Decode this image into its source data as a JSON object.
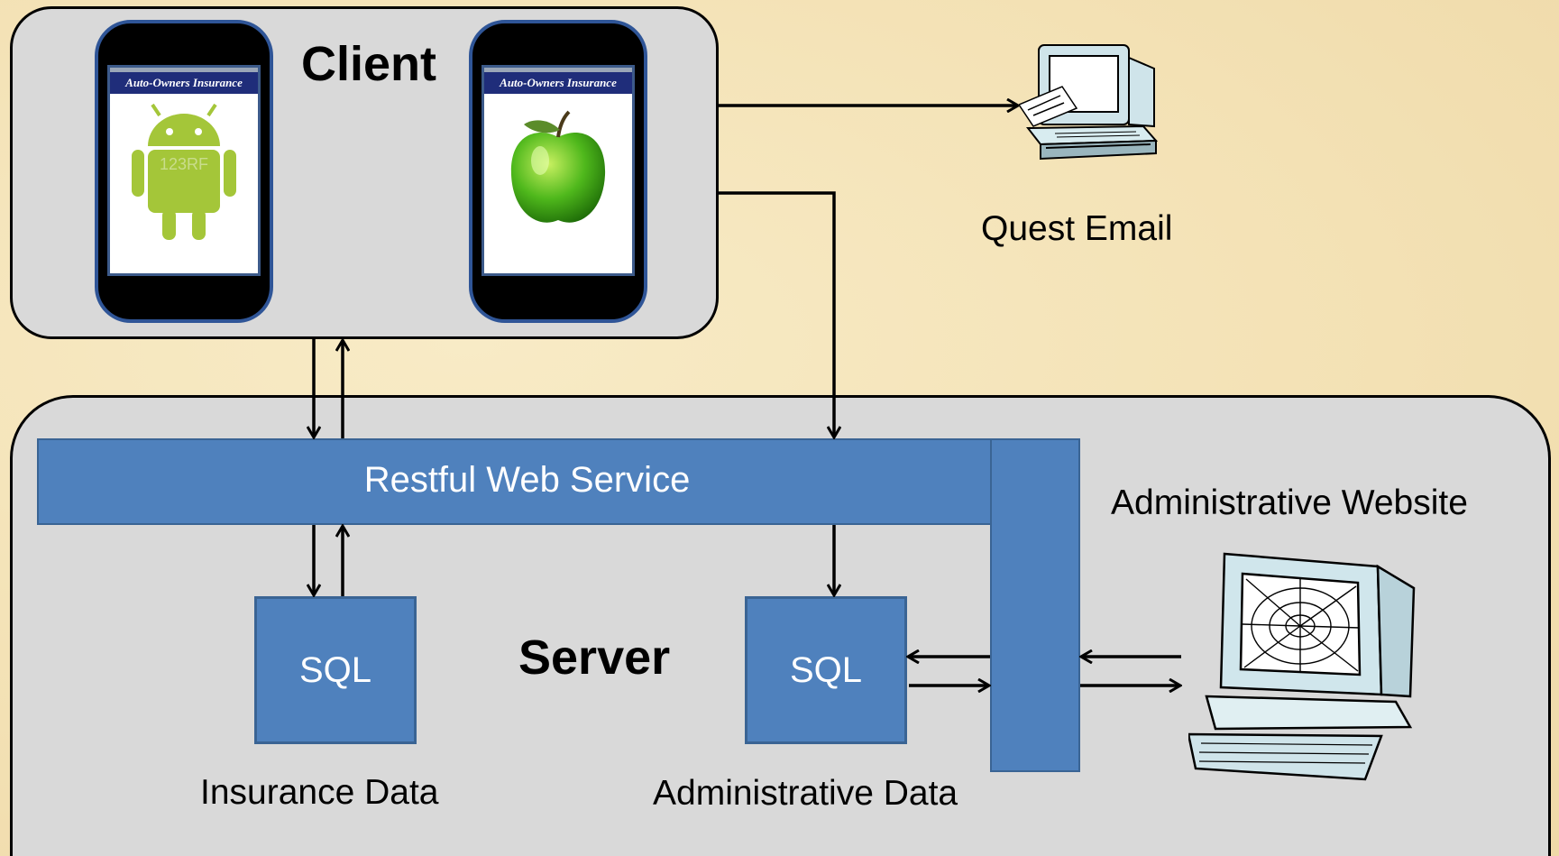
{
  "client": {
    "title": "Client"
  },
  "server": {
    "title": "Server"
  },
  "phones": {
    "android": {
      "banner": "Auto-Owners Insurance",
      "icon": "android-robot-icon",
      "watermark": "123RF"
    },
    "ios": {
      "banner": "Auto-Owners Insurance",
      "icon": "green-apple-icon"
    }
  },
  "quest_email": {
    "label": "Quest Email",
    "icon": "mail-computer-icon"
  },
  "restful": {
    "label": "Restful Web Service"
  },
  "databases": {
    "insurance": {
      "label": "SQL",
      "caption": "Insurance Data"
    },
    "admin": {
      "label": "SQL",
      "caption": "Administrative Data"
    }
  },
  "admin_website": {
    "label": "Administrative Website",
    "icon": "web-computer-icon"
  },
  "colors": {
    "box": "#d9d9d9",
    "blue": "#4f81bd",
    "phone_border": "#2f5597",
    "background": "#f5e5bb"
  }
}
